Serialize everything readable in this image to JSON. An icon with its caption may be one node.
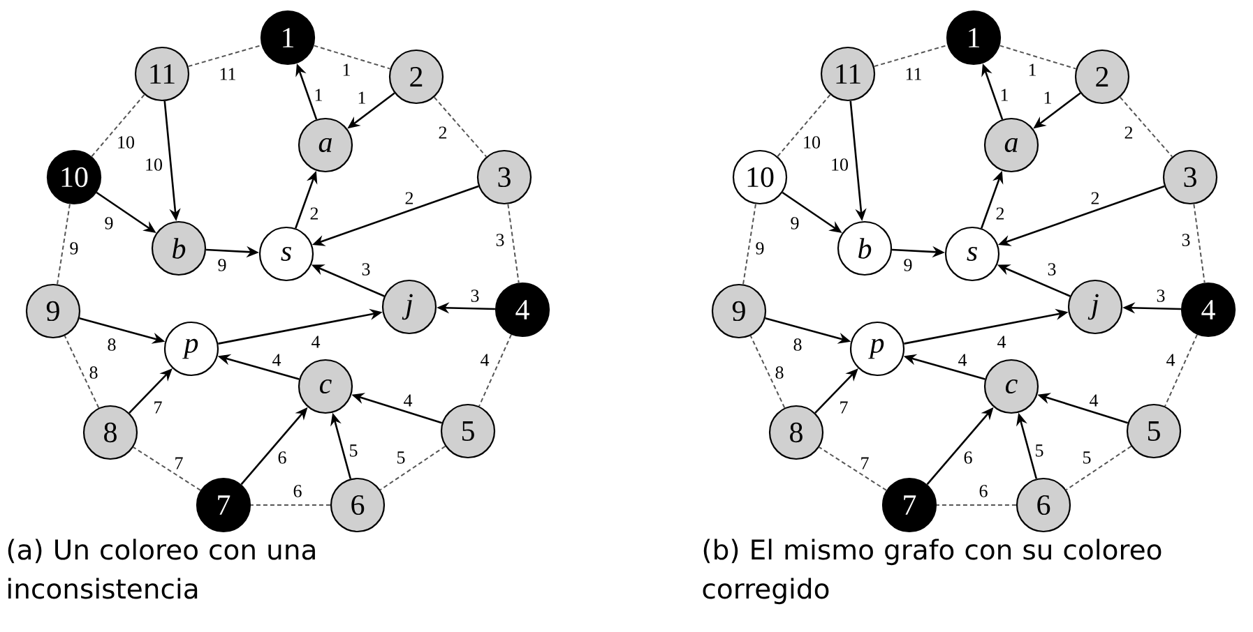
{
  "diagram": {
    "nodes": [
      {
        "text": [
          "1"
        ]
      },
      {
        "text": [
          "2"
        ]
      },
      {
        "text": [
          "3"
        ]
      },
      {
        "text": [
          "4"
        ]
      },
      {
        "text": [
          "5"
        ]
      },
      {
        "text": [
          "6"
        ]
      },
      {
        "text": [
          "7"
        ]
      },
      {
        "text": [
          "8"
        ]
      },
      {
        "text": [
          "9"
        ]
      },
      {
        "text": [
          "10"
        ]
      },
      {
        "text": [
          "11"
        ]
      },
      {
        "text": [
          "a"
        ]
      },
      {
        "text": [
          "b"
        ]
      },
      {
        "text": [
          "s"
        ]
      },
      {
        "text": [
          "j"
        ]
      },
      {
        "text": [
          "p"
        ]
      },
      {
        "text": [
          "c"
        ]
      },
      {
        "text": [
          "1"
        ]
      },
      {
        "text": [
          "2"
        ]
      },
      {
        "text": [
          "3"
        ]
      },
      {
        "text": [
          "4"
        ]
      },
      {
        "text": [
          "5"
        ]
      },
      {
        "text": [
          "6"
        ]
      },
      {
        "text": [
          "7"
        ]
      },
      {
        "text": [
          "8"
        ]
      },
      {
        "text": [
          "9"
        ]
      },
      {
        "text": [
          "10"
        ]
      },
      {
        "text": [
          "11"
        ]
      },
      {
        "text": [
          "a"
        ]
      },
      {
        "text": [
          "b"
        ]
      },
      {
        "text": [
          "s"
        ]
      },
      {
        "text": [
          "j"
        ]
      },
      {
        "text": [
          "p"
        ]
      },
      {
        "text": [
          "c"
        ]
      }
    ],
    "edges": [
      {
        "from": 0,
        "to": 1,
        "arrow": "none",
        "label": "1",
        "style": "dashed",
        "color": "#555555"
      },
      {
        "from": 1,
        "to": 2,
        "arrow": "none",
        "label": "2",
        "style": "dashed",
        "color": "#555555"
      },
      {
        "from": 2,
        "to": 3,
        "arrow": "none",
        "label": "3",
        "style": "dashed",
        "color": "#555555"
      },
      {
        "from": 3,
        "to": 4,
        "arrow": "none",
        "label": "4",
        "style": "dashed",
        "color": "#555555"
      },
      {
        "from": 4,
        "to": 5,
        "arrow": "none",
        "label": "5",
        "style": "dashed",
        "color": "#555555"
      },
      {
        "from": 5,
        "to": 6,
        "arrow": "none",
        "label": "6",
        "style": "dashed",
        "color": "#555555"
      },
      {
        "from": 6,
        "to": 7,
        "arrow": "none",
        "label": "7",
        "style": "dashed",
        "color": "#555555"
      },
      {
        "from": 7,
        "to": 8,
        "arrow": "none",
        "label": "8",
        "style": "dashed",
        "color": "#555555"
      },
      {
        "from": 8,
        "to": 9,
        "arrow": "none",
        "label": "9",
        "style": "dashed",
        "color": "#555555"
      },
      {
        "from": 9,
        "to": 10,
        "arrow": "none",
        "label": "10",
        "style": "dashed",
        "color": "#555555"
      },
      {
        "from": 10,
        "to": 0,
        "arrow": "none",
        "label": "11",
        "style": "dashed",
        "color": "#555555"
      },
      {
        "from": 11,
        "to": 0,
        "arrow": "to",
        "label": "1"
      },
      {
        "from": 1,
        "to": 11,
        "arrow": "to",
        "label": "1"
      },
      {
        "from": 13,
        "to": 11,
        "arrow": "to",
        "label": "2"
      },
      {
        "from": 2,
        "to": 13,
        "arrow": "to",
        "label": "2"
      },
      {
        "from": 14,
        "to": 13,
        "arrow": "to",
        "label": "3"
      },
      {
        "from": 3,
        "to": 14,
        "arrow": "to",
        "label": "3"
      },
      {
        "from": 15,
        "to": 14,
        "arrow": "to",
        "label": "4"
      },
      {
        "from": 16,
        "to": 15,
        "arrow": "to",
        "label": "4"
      },
      {
        "from": 4,
        "to": 16,
        "arrow": "to",
        "label": "4"
      },
      {
        "from": 5,
        "to": 16,
        "arrow": "to",
        "label": "5"
      },
      {
        "from": 6,
        "to": 16,
        "arrow": "to",
        "label": "6"
      },
      {
        "from": 7,
        "to": 15,
        "arrow": "to",
        "label": "7"
      },
      {
        "from": 8,
        "to": 15,
        "arrow": "to",
        "label": "8"
      },
      {
        "from": 9,
        "to": 12,
        "arrow": "to",
        "label": "9"
      },
      {
        "from": 12,
        "to": 13,
        "arrow": "to",
        "label": "9"
      },
      {
        "from": 10,
        "to": 12,
        "arrow": "to",
        "label": "10"
      },
      {
        "from": 17,
        "to": 18,
        "arrow": "none",
        "label": "1",
        "style": "dashed",
        "color": "#555555"
      },
      {
        "from": 18,
        "to": 19,
        "arrow": "none",
        "label": "2",
        "style": "dashed",
        "color": "#555555"
      },
      {
        "from": 19,
        "to": 20,
        "arrow": "none",
        "label": "3",
        "style": "dashed",
        "color": "#555555"
      },
      {
        "from": 20,
        "to": 21,
        "arrow": "none",
        "label": "4",
        "style": "dashed",
        "color": "#555555"
      },
      {
        "from": 21,
        "to": 22,
        "arrow": "none",
        "label": "5",
        "style": "dashed",
        "color": "#555555"
      },
      {
        "from": 22,
        "to": 23,
        "arrow": "none",
        "label": "6",
        "style": "dashed",
        "color": "#555555"
      },
      {
        "from": 23,
        "to": 24,
        "arrow": "none",
        "label": "7",
        "style": "dashed",
        "color": "#555555"
      },
      {
        "from": 24,
        "to": 25,
        "arrow": "none",
        "label": "8",
        "style": "dashed",
        "color": "#555555"
      },
      {
        "from": 25,
        "to": 26,
        "arrow": "none",
        "label": "9",
        "style": "dashed",
        "color": "#555555"
      },
      {
        "from": 26,
        "to": 27,
        "arrow": "none",
        "label": "10",
        "style": "dashed",
        "color": "#555555"
      },
      {
        "from": 27,
        "to": 17,
        "arrow": "none",
        "label": "11",
        "style": "dashed",
        "color": "#555555"
      },
      {
        "from": 28,
        "to": 17,
        "arrow": "to",
        "label": "1"
      },
      {
        "from": 18,
        "to": 28,
        "arrow": "to",
        "label": "1"
      },
      {
        "from": 30,
        "to": 28,
        "arrow": "to",
        "label": "2"
      },
      {
        "from": 19,
        "to": 30,
        "arrow": "to",
        "label": "2"
      },
      {
        "from": 31,
        "to": 30,
        "arrow": "to",
        "label": "3"
      },
      {
        "from": 20,
        "to": 31,
        "arrow": "to",
        "label": "3"
      },
      {
        "from": 32,
        "to": 31,
        "arrow": "to",
        "label": "4"
      },
      {
        "from": 33,
        "to": 32,
        "arrow": "to",
        "label": "4"
      },
      {
        "from": 21,
        "to": 33,
        "arrow": "to",
        "label": "4"
      },
      {
        "from": 22,
        "to": 33,
        "arrow": "to",
        "label": "5"
      },
      {
        "from": 23,
        "to": 33,
        "arrow": "to",
        "label": "6"
      },
      {
        "from": 24,
        "to": 32,
        "arrow": "to",
        "label": "7"
      },
      {
        "from": 25,
        "to": 32,
        "arrow": "to",
        "label": "8"
      },
      {
        "from": 26,
        "to": 29,
        "arrow": "to",
        "label": "9"
      },
      {
        "from": 29,
        "to": 30,
        "arrow": "to",
        "label": "9"
      },
      {
        "from": 27,
        "to": 29,
        "arrow": "to",
        "label": "10"
      }
    ],
    "labels": [
      "(a) Un coloreo con una inconsistencia",
      "(b) El mismo grafo con su coloreo corregido"
    ]
  }
}
